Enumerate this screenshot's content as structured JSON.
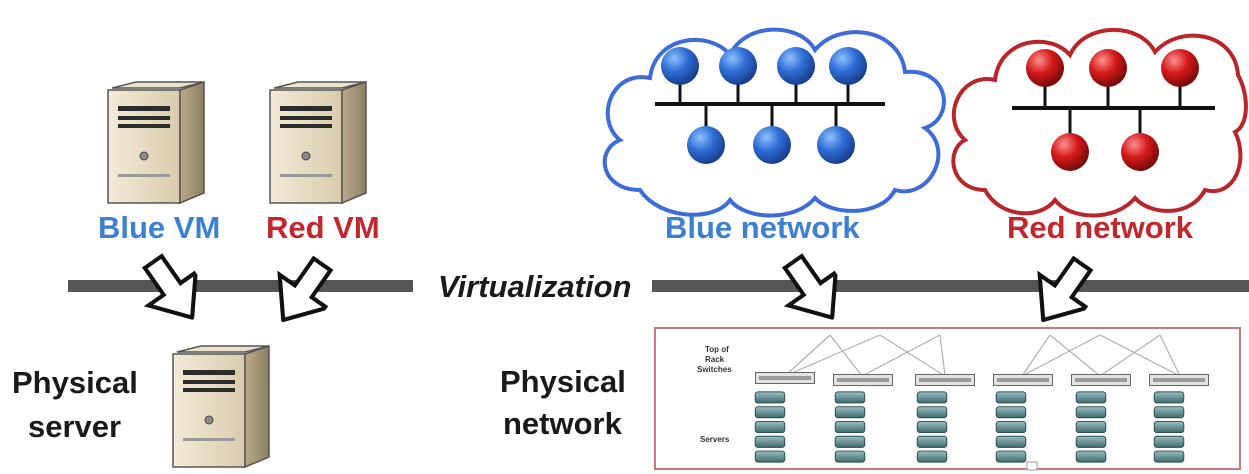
{
  "labels": {
    "blue_vm": "Blue VM",
    "red_vm": "Red VM",
    "blue_network": "Blue network",
    "red_network": "Red network",
    "virtualization": "Virtualization",
    "physical_server_line1": "Physical",
    "physical_server_line2": "server",
    "physical_network_line1": "Physical",
    "physical_network_line2": "network",
    "tor_line1": "Top of",
    "tor_line2": "Rack",
    "tor_line3": "Switches",
    "servers": "Servers"
  },
  "colors": {
    "blue": "#3d7fd1",
    "red": "#c2272d",
    "blue_node": "#2f6fd6",
    "red_node": "#d41a1a",
    "bar": "#555555",
    "text_dark": "#1a1a1a",
    "rack_border": "#c9797c"
  },
  "icons": [
    "server-icon",
    "blue-cloud-icon",
    "red-cloud-icon",
    "arrow-icon",
    "rack-server-icon",
    "tor-switch-icon"
  ]
}
